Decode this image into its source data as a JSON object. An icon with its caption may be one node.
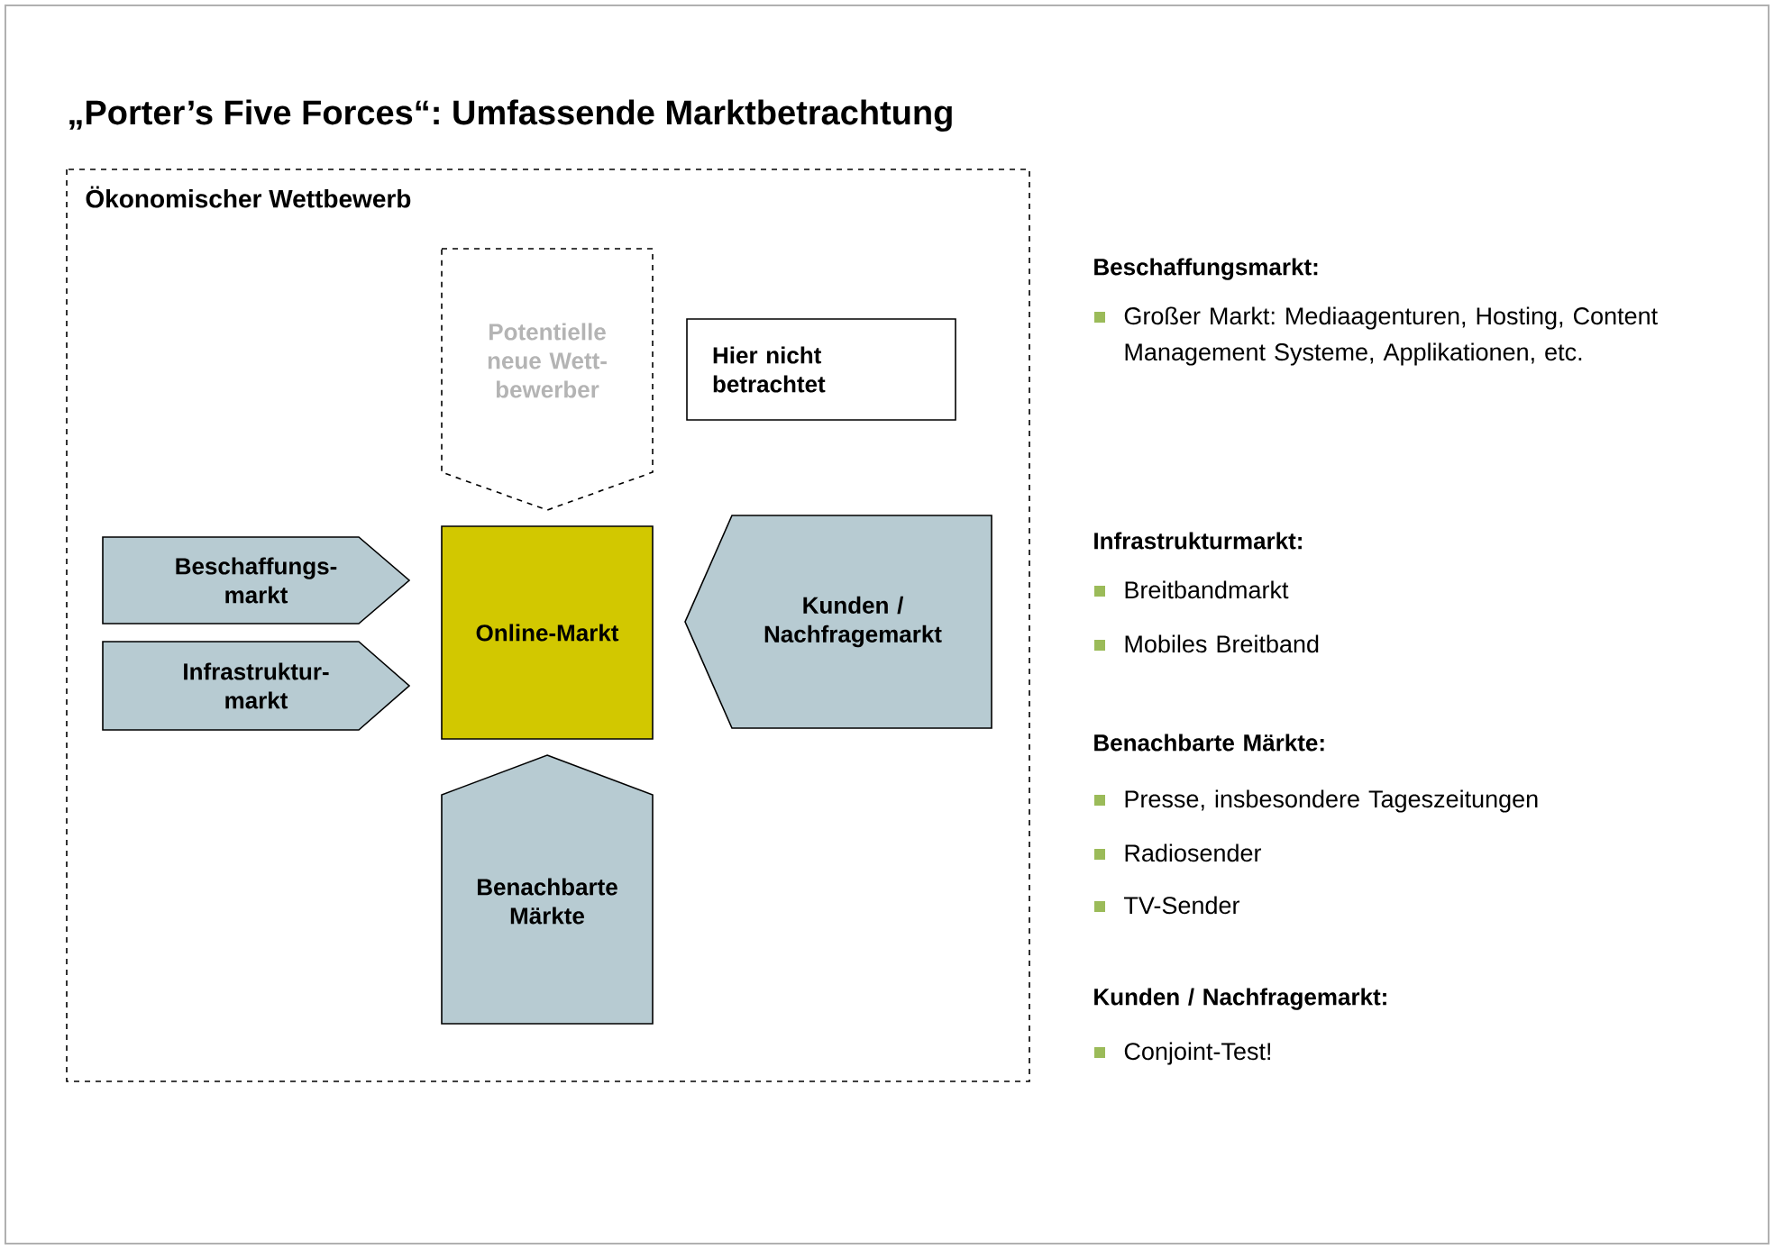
{
  "diagram": {
    "title": "„Porter’s Five Forces“: Umfassende Marktbetrachtung",
    "nodes": [
      {
        "text": [
          "Ökonomischer Wettbewerb"
        ]
      },
      {
        "text": [
          "Potentielle neue Wett- bewerber"
        ],
        "in": 0
      },
      {
        "text": [
          "Hier nicht betrachtet"
        ],
        "in": 0
      },
      {
        "text": [
          "Beschaffungs- markt"
        ],
        "in": 0
      },
      {
        "text": [
          "Infrastruktur- markt"
        ],
        "in": 0
      },
      {
        "text": [
          "Online-Markt"
        ],
        "in": 0
      },
      {
        "text": [
          "Kunden / Nachfragemarkt"
        ],
        "in": 0
      },
      {
        "text": [
          "Benachbarte Märkte"
        ],
        "in": 0
      }
    ],
    "labels": [
      "Beschaffungsmarkt:",
      "Großer Markt: Mediaagenturen, Hosting, Content Management Systeme, Applikationen, etc.",
      "Infrastrukturmarkt:",
      "Breitbandmarkt",
      "Mobiles Breitband",
      "Benachbarte Märkte:",
      "Presse, insbesondere Tageszeitungen",
      "Radiosender",
      "TV-Sender",
      "Kunden / Nachfragemarkt:",
      "Conjoint-Test!"
    ]
  }
}
